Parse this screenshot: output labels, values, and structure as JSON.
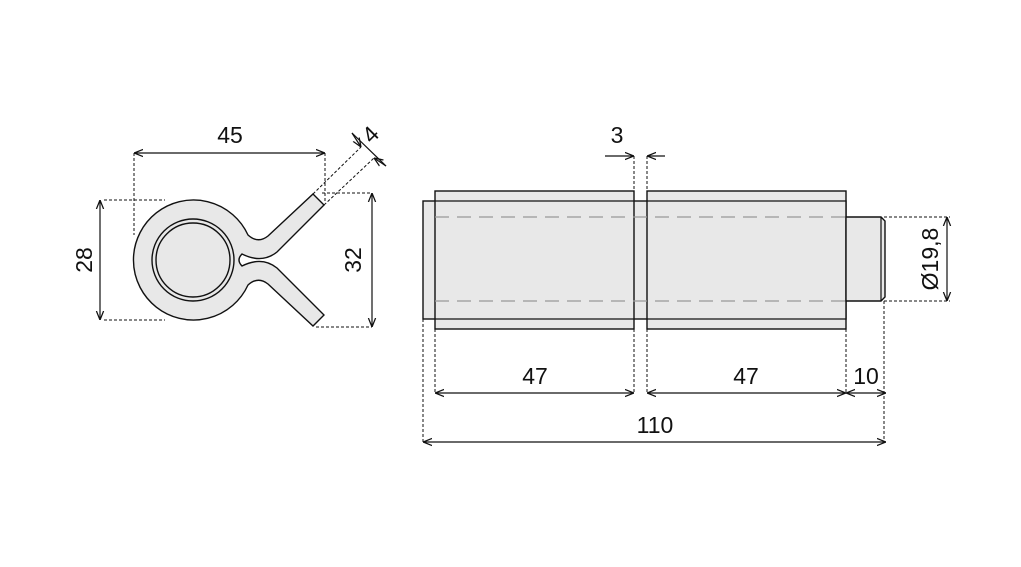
{
  "clip_view": {
    "width_label": "45",
    "height_label": "28",
    "opening_label": "32",
    "wire_label": "4"
  },
  "side_view": {
    "gap_label": "3",
    "sleeve1_label": "47",
    "sleeve2_label": "47",
    "pin_label": "10",
    "total_label": "110",
    "diameter_label": "Ø19,8"
  },
  "colors": {
    "part_fill": "#e8e8e8",
    "line": "#111111",
    "hidden_line": "#999999"
  }
}
